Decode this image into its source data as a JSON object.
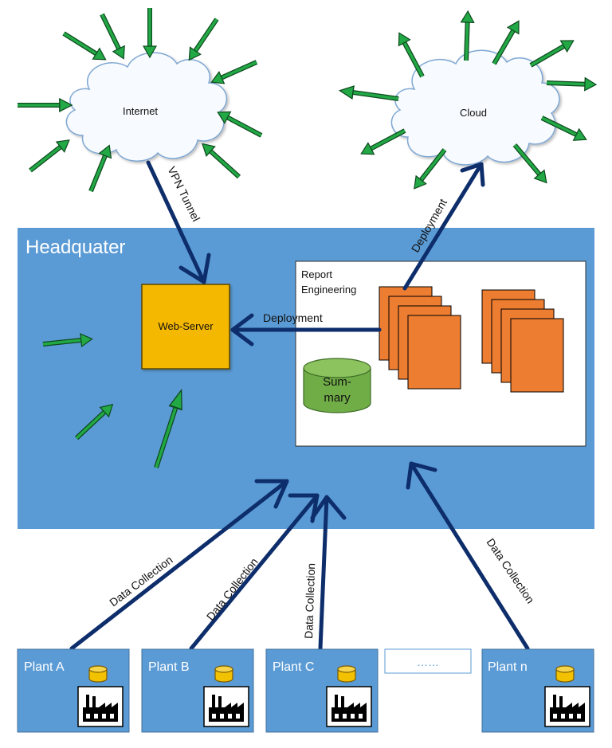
{
  "colors": {
    "hq_fill": "#5b9bd5",
    "arrow_dark": "#0d2d6b",
    "arrow_green": "#1e9e3e",
    "server_fill": "#f5b800",
    "doc_fill": "#ed7d31",
    "db_green": "#70ad47",
    "db_cap": "#f2c200"
  },
  "internet": {
    "label": "Internet"
  },
  "cloud": {
    "label": "Cloud"
  },
  "headquarter": {
    "title": "Headquater"
  },
  "web_server": {
    "label": "Web-Server"
  },
  "report_engineering": {
    "label_line1": "Report",
    "label_line2": "Engineering"
  },
  "summary": {
    "line1": "Sum-",
    "line2": "mary"
  },
  "edges": {
    "vpn": "VPN Tunnel",
    "deploy_cloud": "Deployment",
    "deploy_web": "Deployment",
    "collect_a": "Data Collection",
    "collect_b": "Data Collection",
    "collect_c": "Data Collection",
    "collect_n": "Data Collection"
  },
  "plants": [
    {
      "label": "Plant A"
    },
    {
      "label": "Plant B"
    },
    {
      "label": "Plant C"
    },
    {
      "label": "Plant n"
    }
  ],
  "ellipsis": {
    "label": "……"
  }
}
